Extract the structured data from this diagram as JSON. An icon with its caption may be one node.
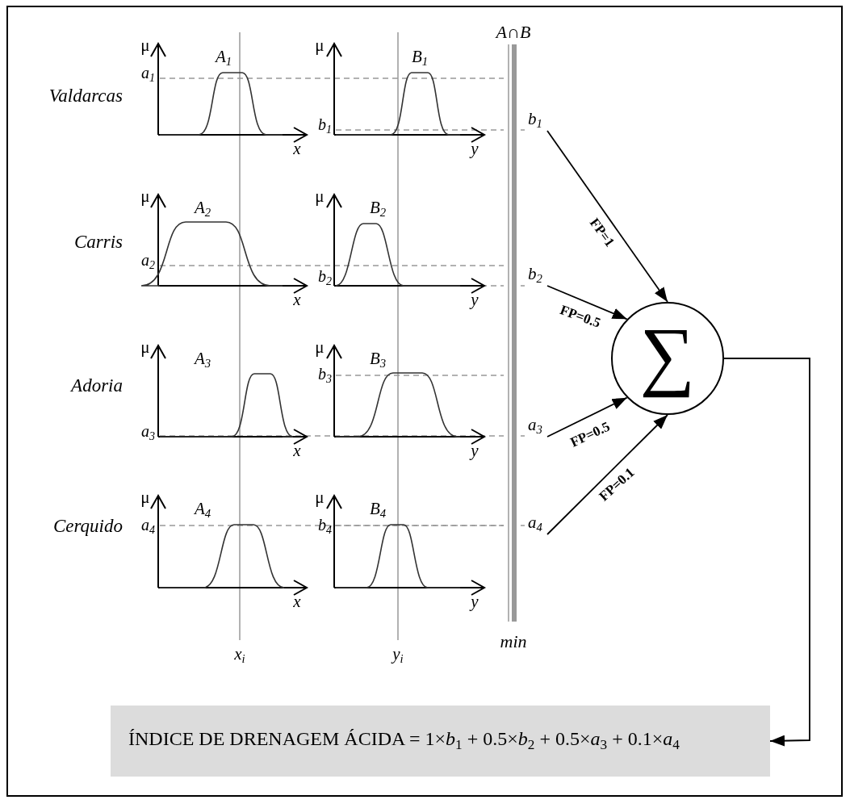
{
  "diagram": {
    "nodes": [
      {
        "text": [
          "b$_{1}$"
        ]
      },
      {
        "text": [
          "b$_{2}$"
        ]
      },
      {
        "text": [
          "a$_{3}$"
        ]
      },
      {
        "text": [
          "a$_{4}$"
        ]
      },
      {
        "text": [
          "∑"
        ]
      },
      {
        "text": [
          "ÍNDICE DE DRENAGEM ÁCIDA = 1×*b*$_{1}$ + 0.5×*b*$_{2}$ + 0.5×*a*$_{3}$ + 0.1×*a*$_{4}$"
        ]
      }
    ],
    "edges": [
      {
        "from": 0,
        "to": 4,
        "arrow": "to",
        "label": "FP=1"
      },
      {
        "from": 1,
        "to": 4,
        "arrow": "to",
        "label": "FP=0.5"
      },
      {
        "from": 2,
        "to": 4,
        "arrow": "to",
        "label": "FP=0.5"
      },
      {
        "from": 3,
        "to": 4,
        "arrow": "to",
        "label": "FP=0.1"
      },
      {
        "from": 4,
        "to": 5,
        "arrow": "to"
      }
    ],
    "labels": [
      "A∩B",
      "Valdarcas",
      "μ",
      "A$_{1}$",
      "a$_{1}$",
      "x",
      "μ",
      "B$_{1}$",
      "b$_{1}$",
      "y",
      "Carris",
      "μ",
      "A$_{2}$",
      "a$_{2}$",
      "x",
      "μ",
      "B$_{2}$",
      "b$_{2}$",
      "y",
      "Adoria",
      "μ",
      "A$_{3}$",
      "a$_{3}$",
      "x",
      "μ",
      "B$_{3}$",
      "b$_{3}$",
      "y",
      "Cerquido",
      "μ",
      "A$_{4}$",
      "a$_{4}$",
      "x",
      "μ",
      "B$_{4}$",
      "b$_{4}$",
      "y",
      "x$_{i}$",
      "y$_{i}$",
      "min"
    ]
  }
}
